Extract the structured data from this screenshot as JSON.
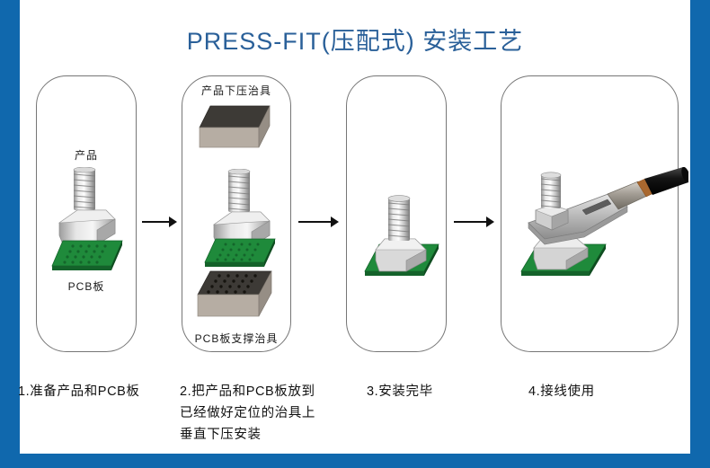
{
  "page": {
    "title": "PRESS-FIT(压配式) 安装工艺",
    "frame_color": "#1068ad",
    "title_color": "#2a6099",
    "background": "#ffffff"
  },
  "panels": [
    {
      "id": "panel-1",
      "labels": {
        "top": "产品",
        "bottom": "PCB板"
      },
      "caption": "1.准备产品和PCB板"
    },
    {
      "id": "panel-2",
      "labels": {
        "top": "产品下压治具",
        "bottom": "PCB板支撑治具"
      },
      "caption": "2.把产品和PCB板放到\n已经做好定位的治具上\n垂直下压安装"
    },
    {
      "id": "panel-3",
      "labels": {
        "top": "",
        "bottom": ""
      },
      "caption": "3.安装完毕"
    },
    {
      "id": "panel-4",
      "labels": {
        "top": "",
        "bottom": ""
      },
      "caption": "4.接线使用"
    }
  ],
  "arrows": {
    "icon": "arrow-right-icon",
    "count": 3
  },
  "colors": {
    "pcb_green": "#1f8a3b",
    "pcb_green_dark": "#14622a",
    "metal_light": "#e3e3e3",
    "metal_mid": "#b5b5b5",
    "metal_dark": "#8a8a8a",
    "fixture_tan": "#b6ada3",
    "fixture_top_dark": "#3d3a36",
    "cable_black": "#141414",
    "copper": "#a9682f"
  }
}
